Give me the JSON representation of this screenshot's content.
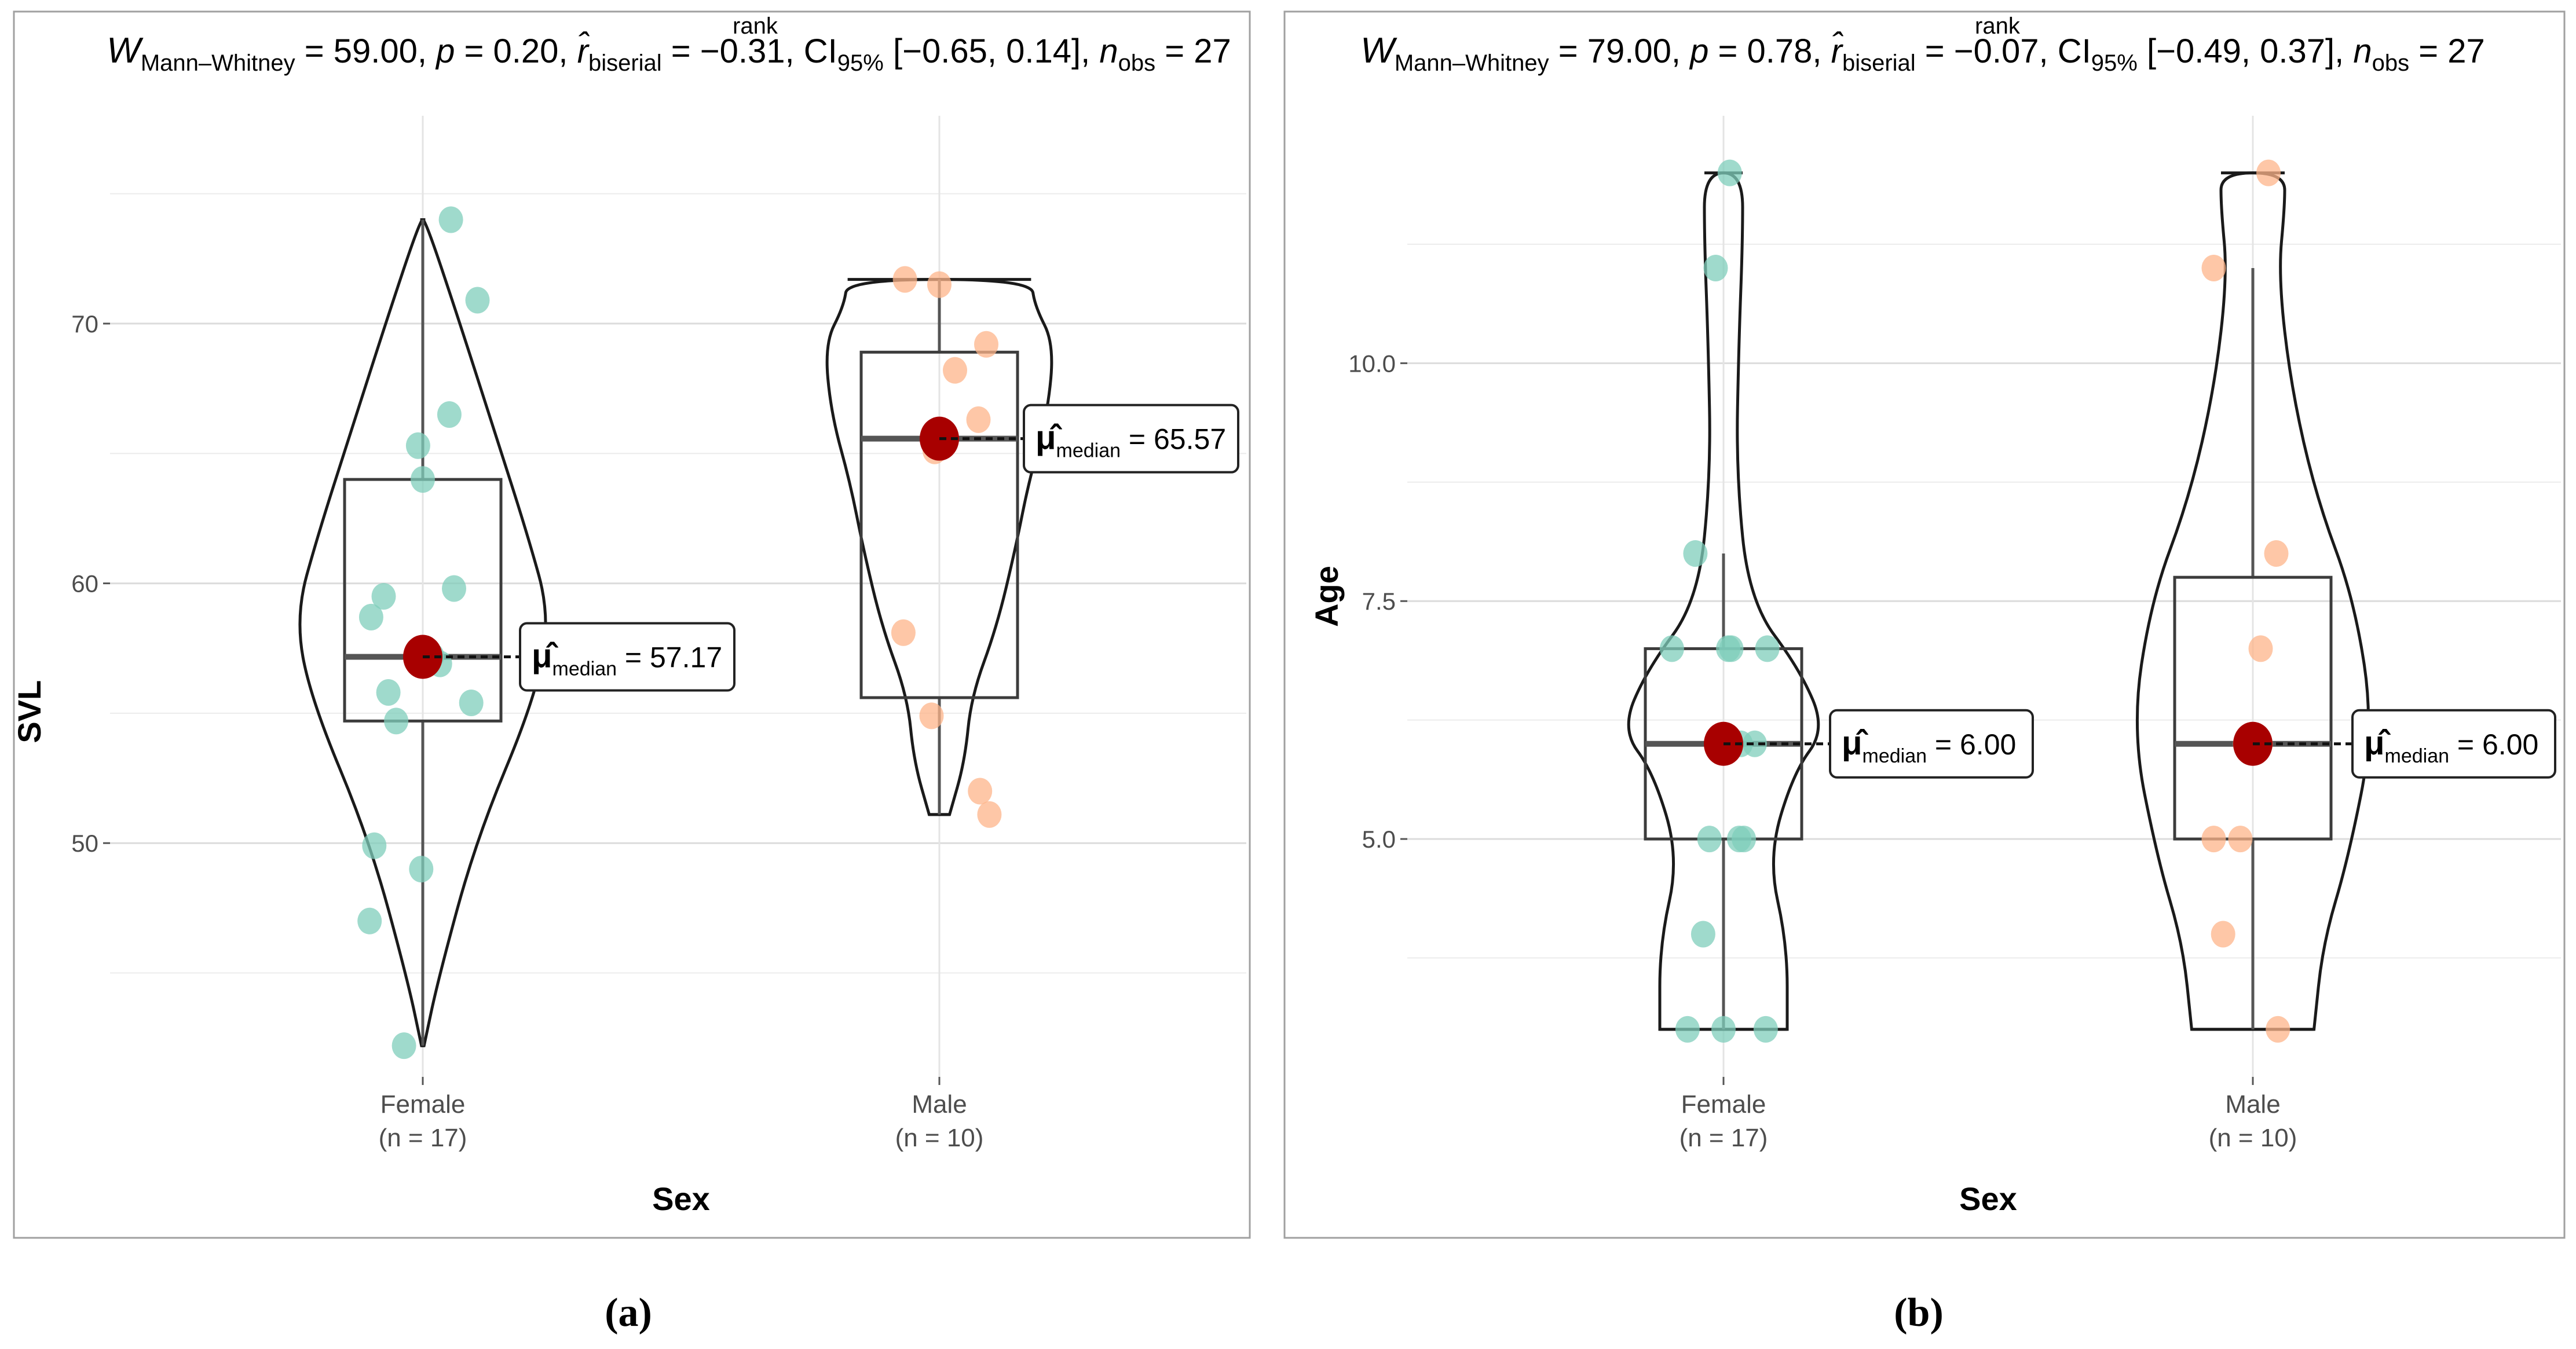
{
  "chart_data": [
    {
      "panel_label": "(a)",
      "type": "violin-box-scatter",
      "stats": {
        "statistic": "59.00",
        "p": "0.20",
        "r_rank_biserial": "−0.31",
        "ci_low": "−0.65",
        "ci_high": "0.14",
        "n_obs": "27"
      },
      "xlabel": "Sex",
      "ylabel": "SVL",
      "ylim": [
        41,
        78
      ],
      "yticks": [
        50,
        60,
        70
      ],
      "ytick_labels": [
        "50",
        "60",
        "70"
      ],
      "minor_grid": [
        45,
        55,
        65,
        75
      ],
      "grid": true,
      "groups": [
        {
          "name": "Female",
          "n_label": "(n = 17)",
          "color": "#7fcdbb",
          "median_label": "57.17",
          "median": 57.17,
          "box": {
            "q1": 54.7,
            "q3": 64.0,
            "whisker_low": 42.2,
            "whisker_high": 74.0
          },
          "violin_range": [
            42.2,
            74.0
          ],
          "points": [
            74.0,
            70.9,
            66.5,
            65.3,
            64.0,
            59.8,
            59.5,
            58.7,
            56.9,
            55.8,
            55.4,
            54.7,
            49.9,
            49.0,
            47.0,
            42.2,
            57.2
          ],
          "points_x_jitter": [
            0.18,
            0.35,
            0.17,
            -0.03,
            0.0,
            0.2,
            -0.25,
            -0.33,
            0.11,
            -0.22,
            0.31,
            -0.17,
            -0.31,
            -0.01,
            -0.34,
            -0.12,
            0.06
          ]
        },
        {
          "name": "Male",
          "n_label": "(n = 10)",
          "color": "#fdb48a",
          "median_label": "65.57",
          "median": 65.57,
          "box": {
            "q1": 55.6,
            "q3": 68.9,
            "whisker_low": 51.1,
            "whisker_high": 71.7
          },
          "violin_range": [
            51.1,
            71.7
          ],
          "points": [
            71.7,
            71.5,
            69.2,
            68.2,
            66.3,
            65.1,
            58.1,
            54.9,
            52.0,
            51.1
          ],
          "points_x_jitter": [
            -0.22,
            0.0,
            0.3,
            0.1,
            0.25,
            -0.03,
            -0.23,
            -0.05,
            0.26,
            0.32
          ]
        }
      ]
    },
    {
      "panel_label": "(b)",
      "type": "violin-box-scatter",
      "stats": {
        "statistic": "79.00",
        "p": "0.78",
        "r_rank_biserial": "−0.07",
        "ci_low": "−0.49",
        "ci_high": "0.37",
        "n_obs": "27"
      },
      "xlabel": "Sex",
      "ylabel": "Age",
      "ylim": [
        2.5,
        12.6
      ],
      "yticks": [
        5.0,
        7.5,
        10.0
      ],
      "ytick_labels": [
        "5.0",
        "7.5",
        "10.0"
      ],
      "minor_grid": [
        3.75,
        6.25,
        8.75,
        11.25
      ],
      "grid": true,
      "groups": [
        {
          "name": "Female",
          "n_label": "(n = 17)",
          "color": "#7fcdbb",
          "median_label": "6.00",
          "median": 6.0,
          "box": {
            "q1": 5.0,
            "q3": 7.0,
            "whisker_low": 3.0,
            "whisker_high": 8.0
          },
          "violin_range": [
            3.0,
            12.0
          ],
          "points": [
            12.0,
            11.0,
            8.0,
            7.0,
            7.0,
            7.0,
            6.0,
            6.0,
            5.0,
            5.0,
            4.0,
            3.0,
            3.0,
            3.0,
            6.0,
            7.0,
            5.0
          ],
          "points_x_jitter": [
            0.04,
            -0.05,
            -0.18,
            -0.33,
            0.28,
            0.03,
            -0.02,
            0.2,
            -0.09,
            0.13,
            -0.13,
            -0.23,
            0.0,
            0.27,
            0.11,
            0.05,
            0.1
          ]
        },
        {
          "name": "Male",
          "n_label": "(n = 10)",
          "color": "#fdb48a",
          "median_label": "6.00",
          "median": 6.0,
          "box": {
            "q1": 5.0,
            "q3": 7.75,
            "whisker_low": 3.0,
            "whisker_high": 11.0
          },
          "violin_range": [
            3.0,
            12.0
          ],
          "points": [
            12.0,
            11.0,
            8.0,
            7.0,
            6.0,
            6.0,
            5.0,
            5.0,
            4.0,
            3.0
          ],
          "points_x_jitter": [
            0.1,
            -0.25,
            0.15,
            0.05,
            -0.05,
            0.05,
            -0.25,
            -0.08,
            -0.19,
            0.16
          ]
        }
      ]
    }
  ]
}
